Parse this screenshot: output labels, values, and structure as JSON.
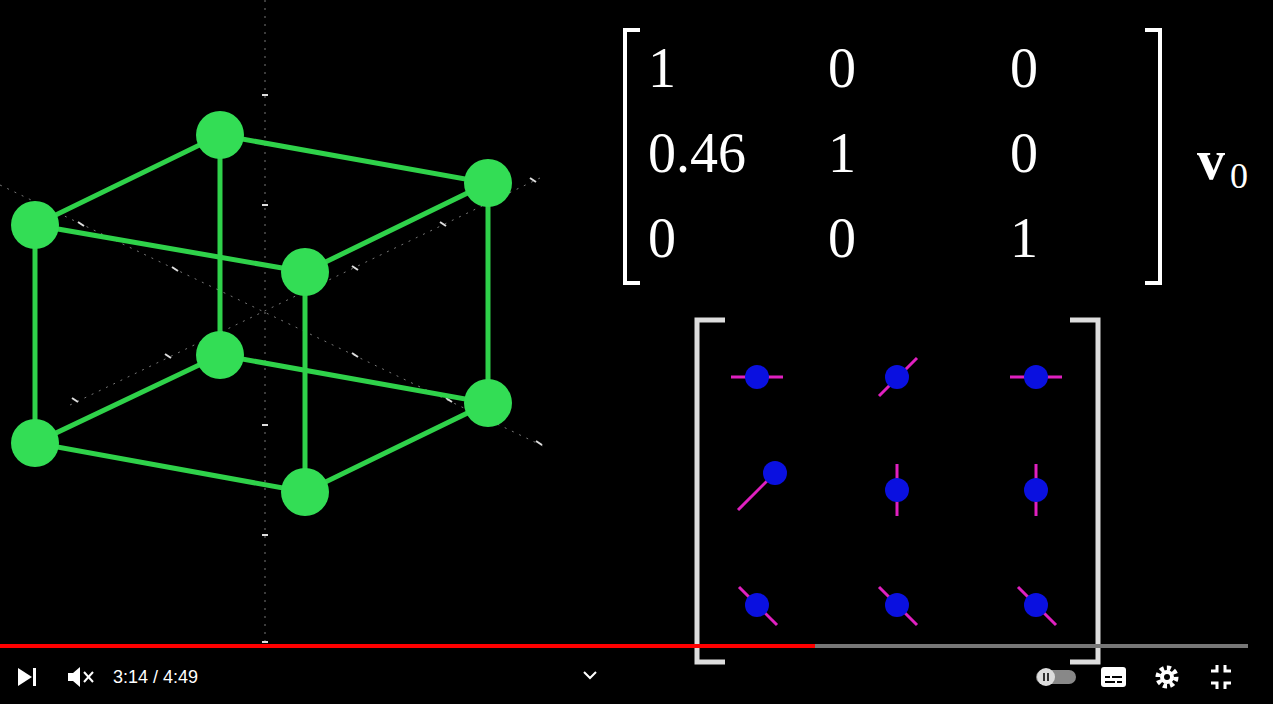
{
  "diagram": {
    "labels": [
      "1",
      "0",
      "0",
      "0.46",
      "1",
      "0",
      "0",
      "0",
      "1",
      "v",
      "0",
      "3:14 / 4:49"
    ]
  }
}
